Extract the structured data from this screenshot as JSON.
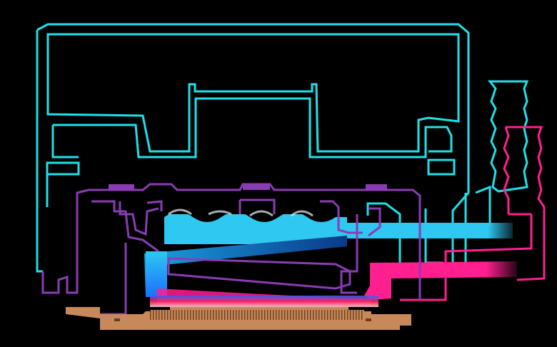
{
  "diagram": {
    "kind": "water-block-cross-section",
    "colors": {
      "background": "#000000",
      "housing_outline": "#1fe0e8",
      "hot_outlet_outline": "#ff1f8f",
      "inner_block_outline": "#8a3cb4",
      "cold_flow": "#2ec8f0",
      "hot_flow": "#ff1f8f",
      "base_plate": "#c8895a"
    },
    "components": [
      {
        "id": "outer-housing",
        "icon": "housing-outline"
      },
      {
        "id": "inlet-barb-fitting",
        "icon": "barb-fitting"
      },
      {
        "id": "outlet-barb-fitting",
        "icon": "barb-fitting"
      },
      {
        "id": "cold-coolant-channel",
        "icon": "cold-flow"
      },
      {
        "id": "hot-coolant-channel",
        "icon": "hot-flow"
      },
      {
        "id": "inner-block",
        "icon": "block-outline"
      },
      {
        "id": "microfin-array",
        "icon": "fins"
      },
      {
        "id": "copper-base",
        "icon": "base-plate"
      }
    ]
  }
}
